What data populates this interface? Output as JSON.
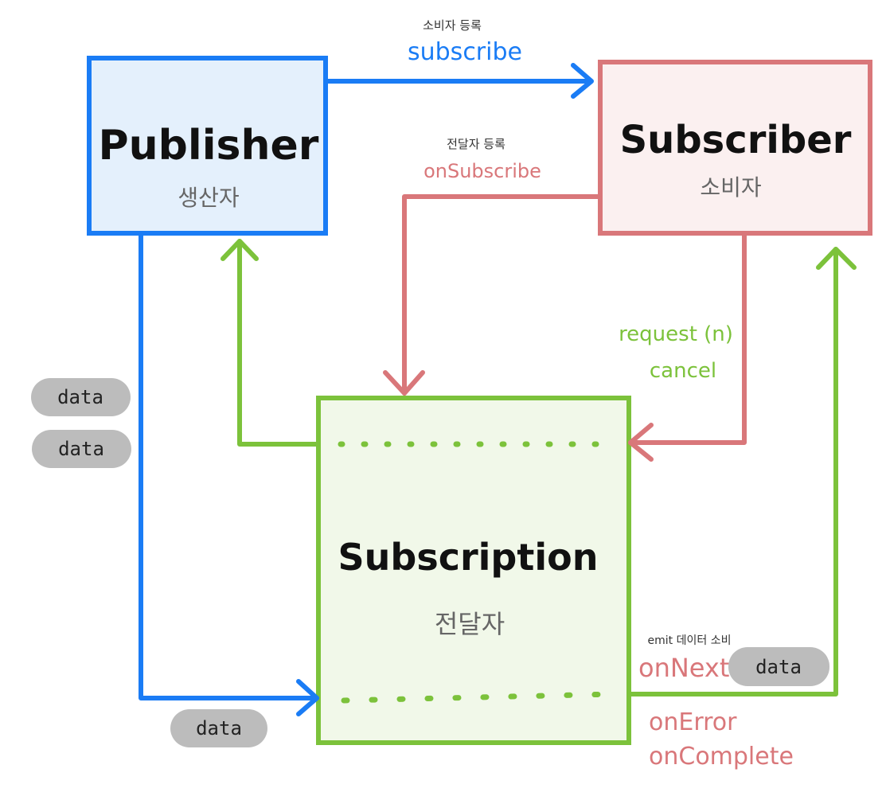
{
  "colors": {
    "blue": "#1a7cf5",
    "red": "#d9777a",
    "green": "#7cc23b",
    "publisher_fill": "#e4f0fc",
    "subscriber_fill": "#fbf0f0",
    "subscription_fill": "#f1f8e9",
    "pill_fill": "#bcbcbc"
  },
  "nodes": {
    "publisher": {
      "title": "Publisher",
      "subtitle": "생산자"
    },
    "subscriber": {
      "title": "Subscriber",
      "subtitle": "소비자"
    },
    "subscription": {
      "title": "Subscription",
      "subtitle": "전달자"
    }
  },
  "edges": {
    "subscribe": {
      "note": "소비자 등록",
      "label": "subscribe"
    },
    "on_subscribe": {
      "note": "전달자 등록",
      "label": "onSubscribe"
    },
    "request": {
      "label": "request (n)"
    },
    "cancel": {
      "label": "cancel"
    },
    "on_next": {
      "note": "emit 데이터 소비",
      "label": "onNext"
    },
    "on_error": {
      "label": "onError"
    },
    "on_complete": {
      "label": "onComplete"
    }
  },
  "data_pills": {
    "left_1": "data",
    "left_2": "data",
    "bottom": "data",
    "right": "data"
  }
}
